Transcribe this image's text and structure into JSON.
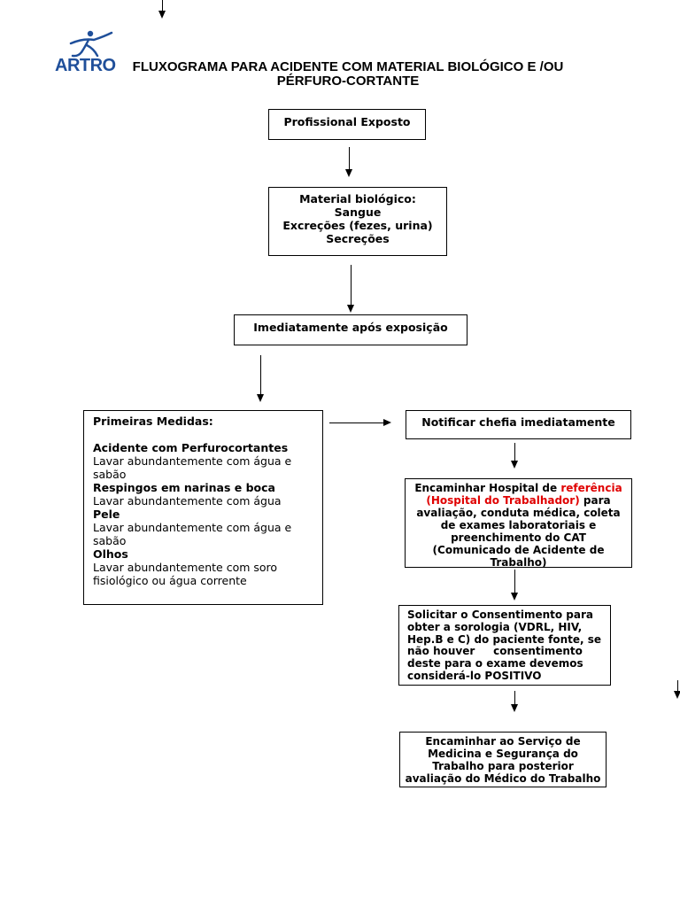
{
  "logo": {
    "text": "ARTRO",
    "color": "#1f4f9a"
  },
  "title": {
    "line1": "FLUXOGRAMA PARA ACIDENTE COM MATERIAL BIOLÓGICO E /OU",
    "line2": "PÉRFURO-CORTANTE"
  },
  "nodes": {
    "profissional": {
      "label": "Profissional Exposto"
    },
    "material": {
      "lines": [
        "Material biológico:",
        "Sangue",
        "Excreções (fezes, urina)",
        "Secreções"
      ]
    },
    "imediatamente": {
      "label": "Imediatamente após exposição"
    },
    "primeiras": {
      "heading": "Primeiras Medidas:",
      "items": [
        {
          "title": "Acidente com Perfurocortantes",
          "lines": [
            "Lavar abundantemente com água e",
            "sabão"
          ]
        },
        {
          "title": "Respingos em narinas e boca",
          "lines": [
            "Lavar abundantemente com água"
          ]
        },
        {
          "title": "Pele",
          "lines": [
            "Lavar abundantemente com água e",
            "sabão"
          ]
        },
        {
          "title": "Olhos",
          "lines": [
            "Lavar abundantemente com soro",
            "fisiológico ou água corrente"
          ]
        }
      ]
    },
    "notificar": {
      "label": "Notificar chefia imediatamente"
    },
    "encaminhar_hospital": {
      "prefix": "Encaminhar Hospital de ",
      "highlight1": "referência",
      "highlight2": "(Hospital do Trabalhador)",
      "after_highlight": " para",
      "lines": [
        "avaliação, conduta médica, coleta",
        "de exames laboratoriais e",
        "preenchimento do CAT",
        "(Comunicado de Acidente de",
        "Trabalho)"
      ],
      "highlight_color": "#e00000"
    },
    "solicitar": {
      "lines": [
        "Solicitar o Consentimento para",
        "obter a sorologia (VDRL, HIV,",
        "Hep.B e C) do paciente fonte, se",
        "não houver     consentimento",
        "deste para o exame devemos",
        "considerá-lo POSITIVO"
      ]
    },
    "encaminhar_servico": {
      "lines": [
        "Encaminhar ao Serviço de",
        "Medicina e Segurança do",
        "Trabalho para posterior",
        "avaliação do Médico do Trabalho"
      ]
    }
  }
}
